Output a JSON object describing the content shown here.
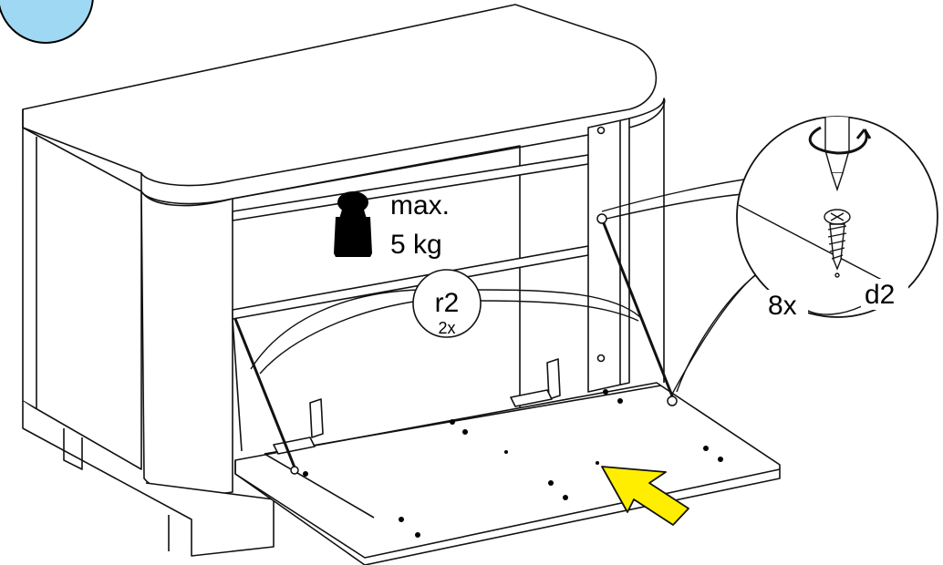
{
  "step_badge": {
    "color": "#9ed8f2"
  },
  "weight_limit": {
    "line1": "max.",
    "line2": "5 kg",
    "icon": "weight-icon"
  },
  "hinge_fitting": {
    "code": "r2",
    "quantity": "2x"
  },
  "screw_fitting": {
    "quantity": "8x",
    "code": "d2",
    "icon": "screwdriver-icon"
  },
  "arrow": {
    "color": "#ffee00"
  }
}
